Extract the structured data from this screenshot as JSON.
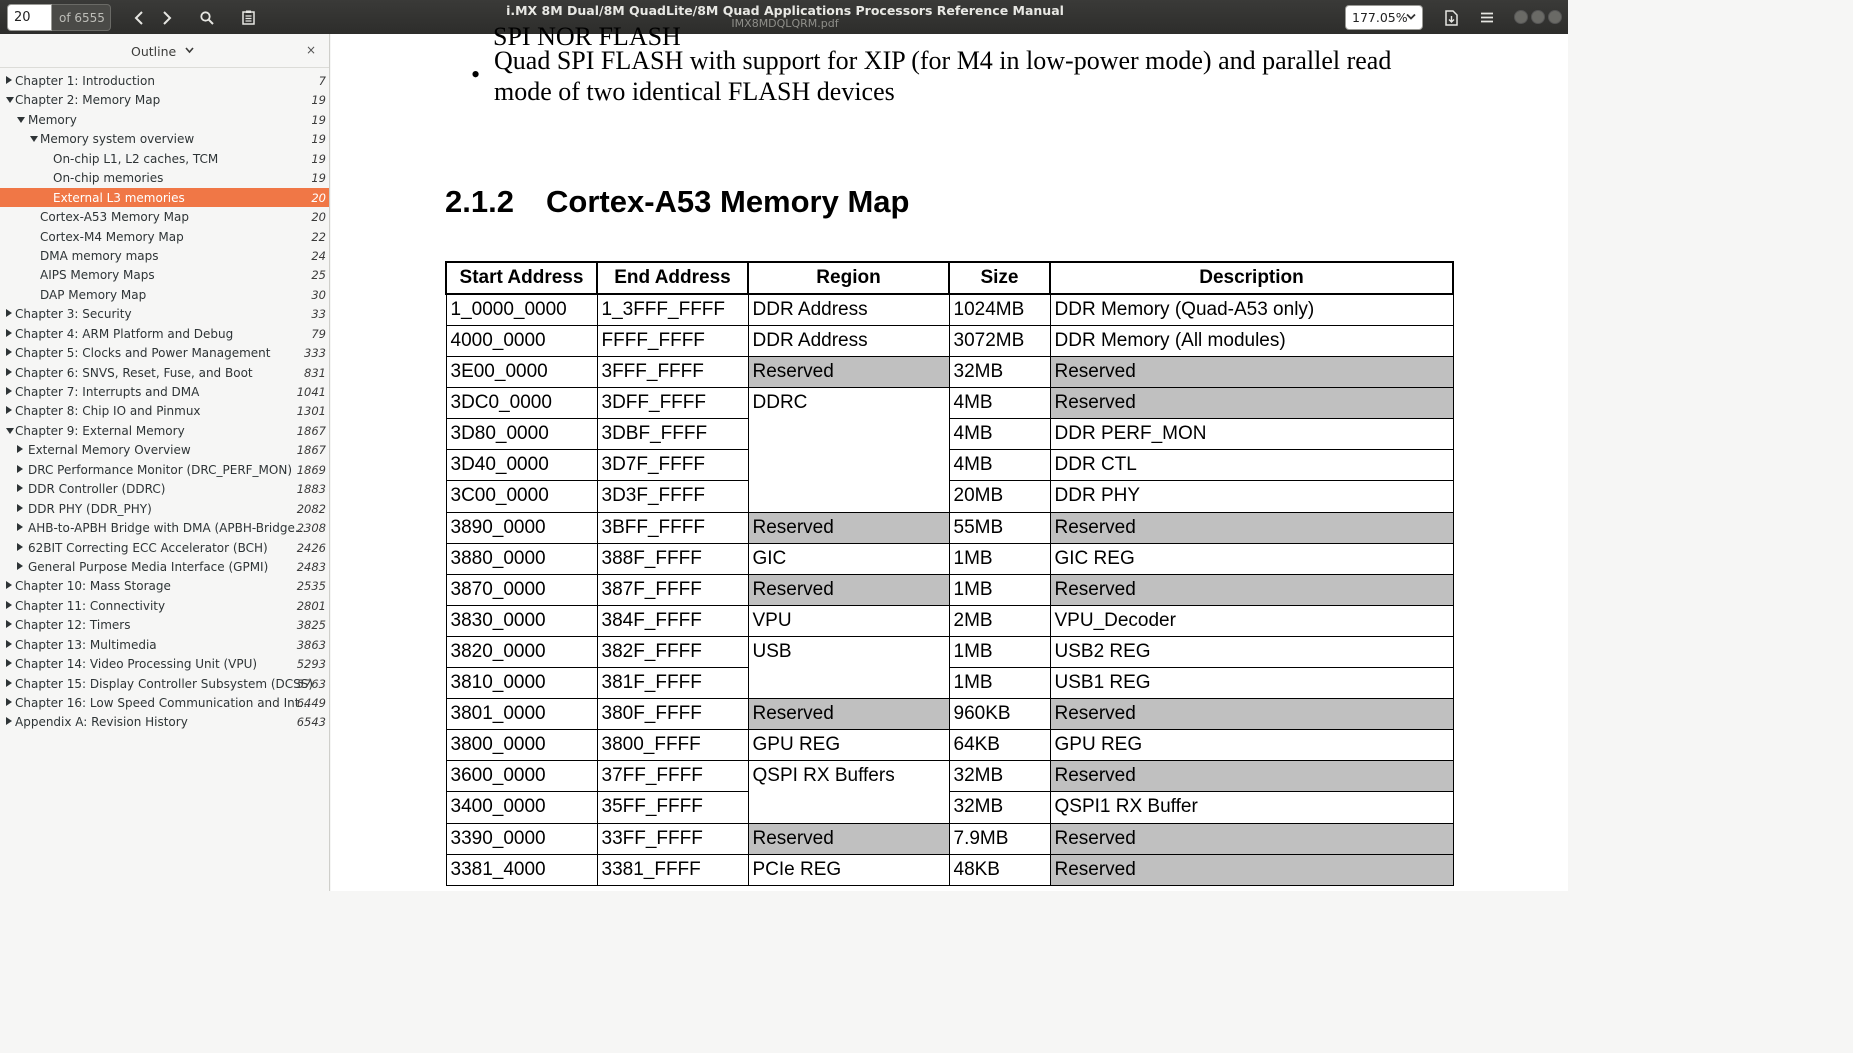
{
  "header": {
    "page_input": "20",
    "page_count": "of 6555",
    "title": "i.MX 8M Dual/8M QuadLite/8M Quad Applications Processors Reference Manual",
    "subtitle": "IMX8MDQLQRM.pdf",
    "zoom": "177.05%",
    "icons": [
      "chevron-left-icon",
      "chevron-right-icon",
      "search-icon",
      "annotations-icon",
      "save-document-icon",
      "menu-icon",
      "minimize-icon",
      "maximize-icon",
      "close-icon"
    ]
  },
  "sidebar": {
    "title": "Outline",
    "close": "×",
    "items": [
      {
        "label": "Chapter 1: Introduction",
        "page": "7",
        "level": 0,
        "toggle": "right"
      },
      {
        "label": "Chapter 2: Memory Map",
        "page": "19",
        "level": 0,
        "toggle": "down"
      },
      {
        "label": "Memory",
        "page": "19",
        "level": 1,
        "toggle": "down"
      },
      {
        "label": "Memory system overview",
        "page": "19",
        "level": 2,
        "toggle": "down"
      },
      {
        "label": "On-chip L1, L2 caches, TCM",
        "page": "19",
        "level": 3,
        "toggle": ""
      },
      {
        "label": "On-chip memories",
        "page": "19",
        "level": 3,
        "toggle": ""
      },
      {
        "label": "External L3 memories",
        "page": "20",
        "level": 3,
        "toggle": "",
        "selected": true
      },
      {
        "label": "Cortex-A53 Memory Map",
        "page": "20",
        "level": 2,
        "toggle": ""
      },
      {
        "label": "Cortex-M4 Memory Map",
        "page": "22",
        "level": 2,
        "toggle": ""
      },
      {
        "label": "DMA memory maps",
        "page": "24",
        "level": 2,
        "toggle": ""
      },
      {
        "label": "AIPS Memory Maps",
        "page": "25",
        "level": 2,
        "toggle": ""
      },
      {
        "label": "DAP Memory Map",
        "page": "30",
        "level": 2,
        "toggle": ""
      },
      {
        "label": "Chapter 3: Security",
        "page": "33",
        "level": 0,
        "toggle": "right"
      },
      {
        "label": "Chapter 4: ARM Platform and Debug",
        "page": "79",
        "level": 0,
        "toggle": "right"
      },
      {
        "label": "Chapter 5: Clocks and Power Management",
        "page": "333",
        "level": 0,
        "toggle": "right"
      },
      {
        "label": "Chapter 6: SNVS, Reset, Fuse, and Boot",
        "page": "831",
        "level": 0,
        "toggle": "right"
      },
      {
        "label": "Chapter 7: Interrupts and DMA",
        "page": "1041",
        "level": 0,
        "toggle": "right"
      },
      {
        "label": "Chapter 8: Chip IO and Pinmux",
        "page": "1301",
        "level": 0,
        "toggle": "right"
      },
      {
        "label": "Chapter 9: External Memory",
        "page": "1867",
        "level": 0,
        "toggle": "down"
      },
      {
        "label": "External Memory Overview",
        "page": "1867",
        "level": 1,
        "toggle": "right"
      },
      {
        "label": "DRC Performance Monitor (DRC_PERF_MON)",
        "page": "1869",
        "level": 1,
        "toggle": "right"
      },
      {
        "label": "DDR Controller (DDRC)",
        "page": "1883",
        "level": 1,
        "toggle": "right"
      },
      {
        "label": "DDR PHY (DDR_PHY)",
        "page": "2082",
        "level": 1,
        "toggle": "right"
      },
      {
        "label": "AHB-to-APBH Bridge with DMA (APBH-Bridge...",
        "page": "2308",
        "level": 1,
        "toggle": "right"
      },
      {
        "label": "62BIT Correcting ECC Accelerator (BCH)",
        "page": "2426",
        "level": 1,
        "toggle": "right"
      },
      {
        "label": "General Purpose Media Interface (GPMI)",
        "page": "2483",
        "level": 1,
        "toggle": "right"
      },
      {
        "label": "Chapter 10: Mass Storage",
        "page": "2535",
        "level": 0,
        "toggle": "right"
      },
      {
        "label": "Chapter 11: Connectivity",
        "page": "2801",
        "level": 0,
        "toggle": "right"
      },
      {
        "label": "Chapter 12: Timers",
        "page": "3825",
        "level": 0,
        "toggle": "right"
      },
      {
        "label": "Chapter 13: Multimedia",
        "page": "3863",
        "level": 0,
        "toggle": "right"
      },
      {
        "label": "Chapter 14: Video Processing Unit (VPU)",
        "page": "5293",
        "level": 0,
        "toggle": "right"
      },
      {
        "label": "Chapter 15: Display Controller Subsystem (DCSS)",
        "page": "5763",
        "level": 0,
        "toggle": "right"
      },
      {
        "label": "Chapter 16: Low Speed Communication and Int...",
        "page": "6449",
        "level": 0,
        "toggle": "right"
      },
      {
        "label": "Appendix A: Revision History",
        "page": "6543",
        "level": 0,
        "toggle": "right"
      }
    ]
  },
  "doc": {
    "cut_line": "SPI NOR FLASH",
    "bullet_symbol": "•",
    "bullet_text": "Quad SPI FLASH with support for XIP (for M4 in low-power mode) and parallel read mode of two identical FLASH devices",
    "section_number": "2.1.2",
    "section_title": "Cortex-A53 Memory Map",
    "table": {
      "headers": [
        "Start Address",
        "End Address",
        "Region",
        "Size",
        "Description"
      ],
      "rows": [
        {
          "start": "1_0000_0000",
          "end": "1_3FFF_FFFF",
          "region": "DDR Address",
          "size": "1024MB",
          "desc": "DDR Memory (Quad-A53 only)",
          "region_gray": false,
          "desc_gray": false
        },
        {
          "start": "4000_0000",
          "end": "FFFF_FFFF",
          "region": "DDR Address",
          "size": "3072MB",
          "desc": "DDR Memory (All modules)",
          "region_gray": false,
          "desc_gray": false
        },
        {
          "start": "3E00_0000",
          "end": "3FFF_FFFF",
          "region": "Reserved",
          "size": "32MB",
          "desc": "Reserved",
          "region_gray": true,
          "desc_gray": true
        },
        {
          "start": "3DC0_0000",
          "end": "3DFF_FFFF",
          "region": "DDRC",
          "size": "4MB",
          "desc": "Reserved",
          "region_gray": false,
          "desc_gray": true,
          "group": "start"
        },
        {
          "start": "3D80_0000",
          "end": "3DBF_FFFF",
          "region": "",
          "size": "4MB",
          "desc": "DDR PERF_MON",
          "region_gray": false,
          "desc_gray": false,
          "group": "mid"
        },
        {
          "start": "3D40_0000",
          "end": "3D7F_FFFF",
          "region": "",
          "size": "4MB",
          "desc": "DDR CTL",
          "region_gray": false,
          "desc_gray": false,
          "group": "mid"
        },
        {
          "start": "3C00_0000",
          "end": "3D3F_FFFF",
          "region": "",
          "size": "20MB",
          "desc": "DDR PHY",
          "region_gray": false,
          "desc_gray": false,
          "group": "end"
        },
        {
          "start": "3890_0000",
          "end": "3BFF_FFFF",
          "region": "Reserved",
          "size": "55MB",
          "desc": "Reserved",
          "region_gray": true,
          "desc_gray": true
        },
        {
          "start": "3880_0000",
          "end": "388F_FFFF",
          "region": "GIC",
          "size": "1MB",
          "desc": "GIC REG",
          "region_gray": false,
          "desc_gray": false
        },
        {
          "start": "3870_0000",
          "end": "387F_FFFF",
          "region": "Reserved",
          "size": "1MB",
          "desc": "Reserved",
          "region_gray": true,
          "desc_gray": true
        },
        {
          "start": "3830_0000",
          "end": "384F_FFFF",
          "region": "VPU",
          "size": "2MB",
          "desc": "VPU_Decoder",
          "region_gray": false,
          "desc_gray": false
        },
        {
          "start": "3820_0000",
          "end": "382F_FFFF",
          "region": "USB",
          "size": "1MB",
          "desc": "USB2 REG",
          "region_gray": false,
          "desc_gray": false,
          "group": "start"
        },
        {
          "start": "3810_0000",
          "end": "381F_FFFF",
          "region": "",
          "size": "1MB",
          "desc": "USB1 REG",
          "region_gray": false,
          "desc_gray": false,
          "group": "end"
        },
        {
          "start": "3801_0000",
          "end": "380F_FFFF",
          "region": "Reserved",
          "size": "960KB",
          "desc": "Reserved",
          "region_gray": true,
          "desc_gray": true
        },
        {
          "start": "3800_0000",
          "end": "3800_FFFF",
          "region": "GPU REG",
          "size": "64KB",
          "desc": "GPU REG",
          "region_gray": false,
          "desc_gray": false
        },
        {
          "start": "3600_0000",
          "end": "37FF_FFFF",
          "region": "QSPI RX Buffers",
          "size": "32MB",
          "desc": "Reserved",
          "region_gray": false,
          "desc_gray": true,
          "group": "start"
        },
        {
          "start": "3400_0000",
          "end": "35FF_FFFF",
          "region": "",
          "size": "32MB",
          "desc": "QSPI1 RX Buffer",
          "region_gray": false,
          "desc_gray": false,
          "group": "end"
        },
        {
          "start": "3390_0000",
          "end": "33FF_FFFF",
          "region": "Reserved",
          "size": "7.9MB",
          "desc": "Reserved",
          "region_gray": true,
          "desc_gray": true
        },
        {
          "start": "3381_4000",
          "end": "3381_FFFF",
          "region": "PCIe REG",
          "size": "48KB",
          "desc": "Reserved",
          "region_gray": false,
          "desc_gray": true
        }
      ]
    }
  }
}
